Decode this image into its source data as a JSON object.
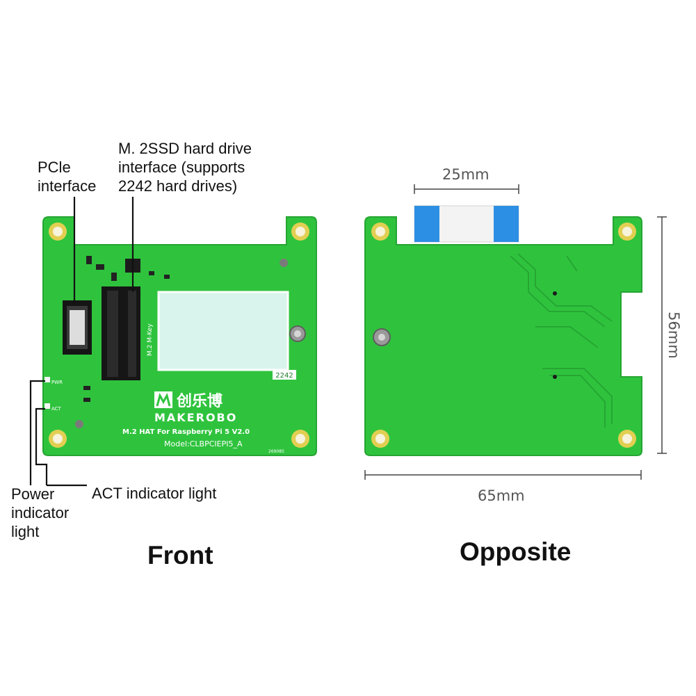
{
  "front": {
    "caption": "Front",
    "callouts": {
      "pcie": [
        "PCle",
        "interface"
      ],
      "m2": [
        "M. 2SSD hard drive",
        "interface (supports",
        "2242 hard drives)"
      ],
      "power": [
        "Power",
        "indicator",
        "light"
      ],
      "act": "ACT indicator light"
    },
    "board": {
      "logo_cn": "创乐博",
      "logo_en": "MAKEROBO",
      "product": "M.2 HAT For Raspberry Pi 5 V2.0",
      "model": "Model:CLBPCIEPI5_A",
      "size_tag": "2242",
      "key_tag": "M.2 M-Key",
      "pwr_tag": "PWR",
      "act_tag": "ACT",
      "serial": "269085"
    }
  },
  "back": {
    "caption": "Opposite",
    "dims": {
      "ribbon": "25mm",
      "height": "56mm",
      "width": "65mm"
    }
  },
  "colors": {
    "pcb": "#2fc33d",
    "pcb_edge": "#25a532",
    "pad": "#e2cf52",
    "ribbon_blue": "#2d8fe3",
    "bg": "#ffffff"
  }
}
